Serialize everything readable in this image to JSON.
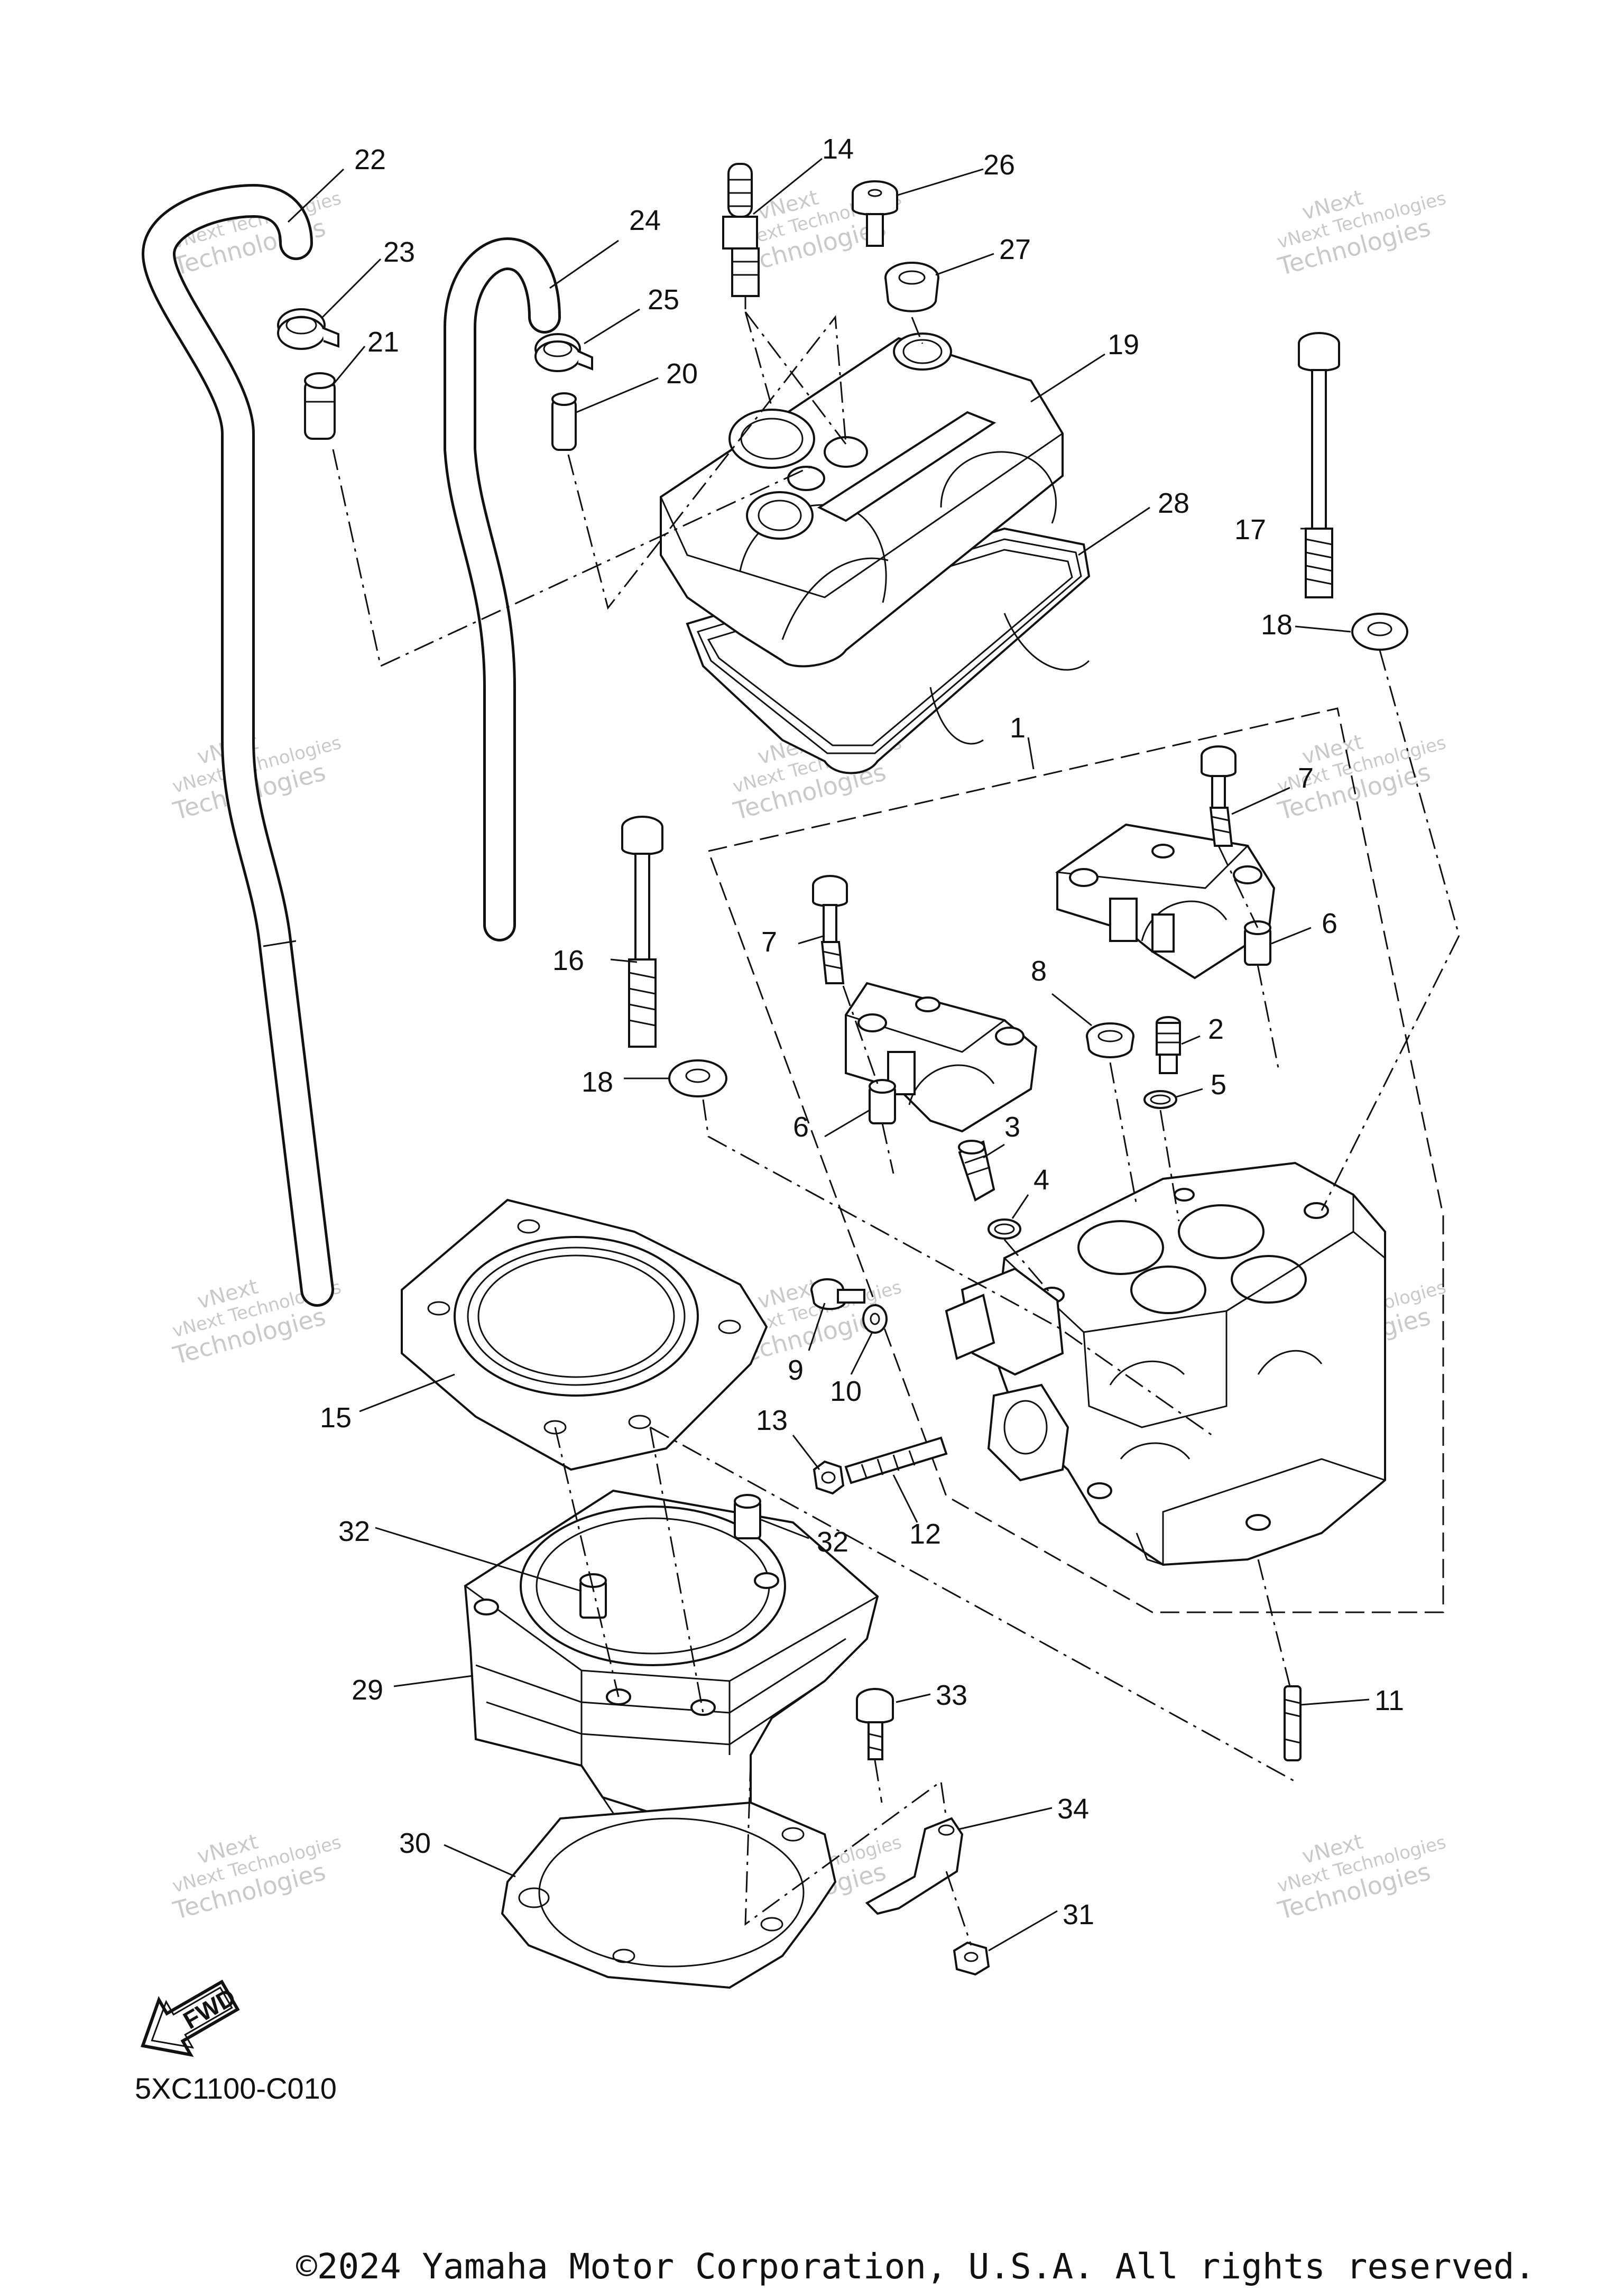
{
  "labels": [
    {
      "id": "1",
      "text": "1"
    },
    {
      "id": "2",
      "text": "2"
    },
    {
      "id": "3",
      "text": "3"
    },
    {
      "id": "4",
      "text": "4"
    },
    {
      "id": "5",
      "text": "5"
    },
    {
      "id": "6a",
      "text": "6"
    },
    {
      "id": "6b",
      "text": "6"
    },
    {
      "id": "7a",
      "text": "7"
    },
    {
      "id": "7b",
      "text": "7"
    },
    {
      "id": "8",
      "text": "8"
    },
    {
      "id": "9",
      "text": "9"
    },
    {
      "id": "10",
      "text": "10"
    },
    {
      "id": "11",
      "text": "11"
    },
    {
      "id": "12",
      "text": "12"
    },
    {
      "id": "13",
      "text": "13"
    },
    {
      "id": "14",
      "text": "14"
    },
    {
      "id": "15",
      "text": "15"
    },
    {
      "id": "16",
      "text": "16"
    },
    {
      "id": "17",
      "text": "17"
    },
    {
      "id": "18a",
      "text": "18"
    },
    {
      "id": "18b",
      "text": "18"
    },
    {
      "id": "19",
      "text": "19"
    },
    {
      "id": "20",
      "text": "20"
    },
    {
      "id": "21",
      "text": "21"
    },
    {
      "id": "22",
      "text": "22"
    },
    {
      "id": "23",
      "text": "23"
    },
    {
      "id": "24",
      "text": "24"
    },
    {
      "id": "25",
      "text": "25"
    },
    {
      "id": "26",
      "text": "26"
    },
    {
      "id": "27",
      "text": "27"
    },
    {
      "id": "28",
      "text": "28"
    },
    {
      "id": "29",
      "text": "29"
    },
    {
      "id": "30",
      "text": "30"
    },
    {
      "id": "31",
      "text": "31"
    },
    {
      "id": "32a",
      "text": "32"
    },
    {
      "id": "32b",
      "text": "32"
    },
    {
      "id": "33",
      "text": "33"
    },
    {
      "id": "34",
      "text": "34"
    }
  ],
  "watermark": {
    "line1": "vNext Technologies",
    "line2": "vNext",
    "line3": "Technologies"
  },
  "fwd_arrow": "FWD",
  "diagram_code": "5XC1100-C010",
  "copyright": "©2024 Yamaha Motor Corporation, U.S.A. All rights reserved."
}
